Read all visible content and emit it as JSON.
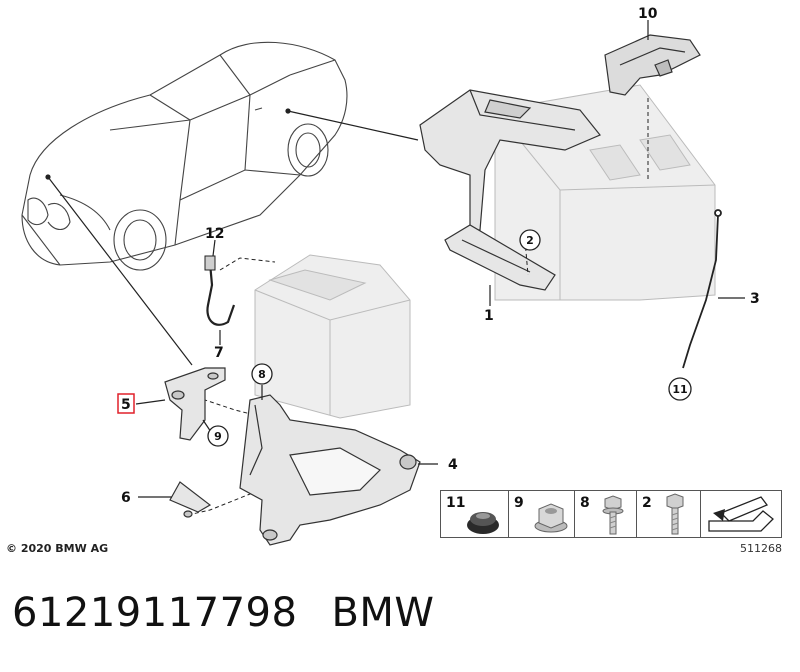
{
  "callouts": {
    "c1": "1",
    "c2": "2",
    "c3": "3",
    "c4": "4",
    "c5": "5",
    "c6": "6",
    "c7": "7",
    "c8": "8",
    "c9": "9",
    "c10": "10",
    "c11": "11",
    "c12": "12"
  },
  "legend": {
    "items": [
      "11",
      "9",
      "8",
      "2"
    ]
  },
  "copyright": "© 2020 BMW AG",
  "diagram_id": "511268",
  "part_number": "61219117798",
  "brand": "BMW",
  "highlight_color": "#e0202a",
  "part_fill": "#e6e6e6",
  "line_color": "#222222"
}
